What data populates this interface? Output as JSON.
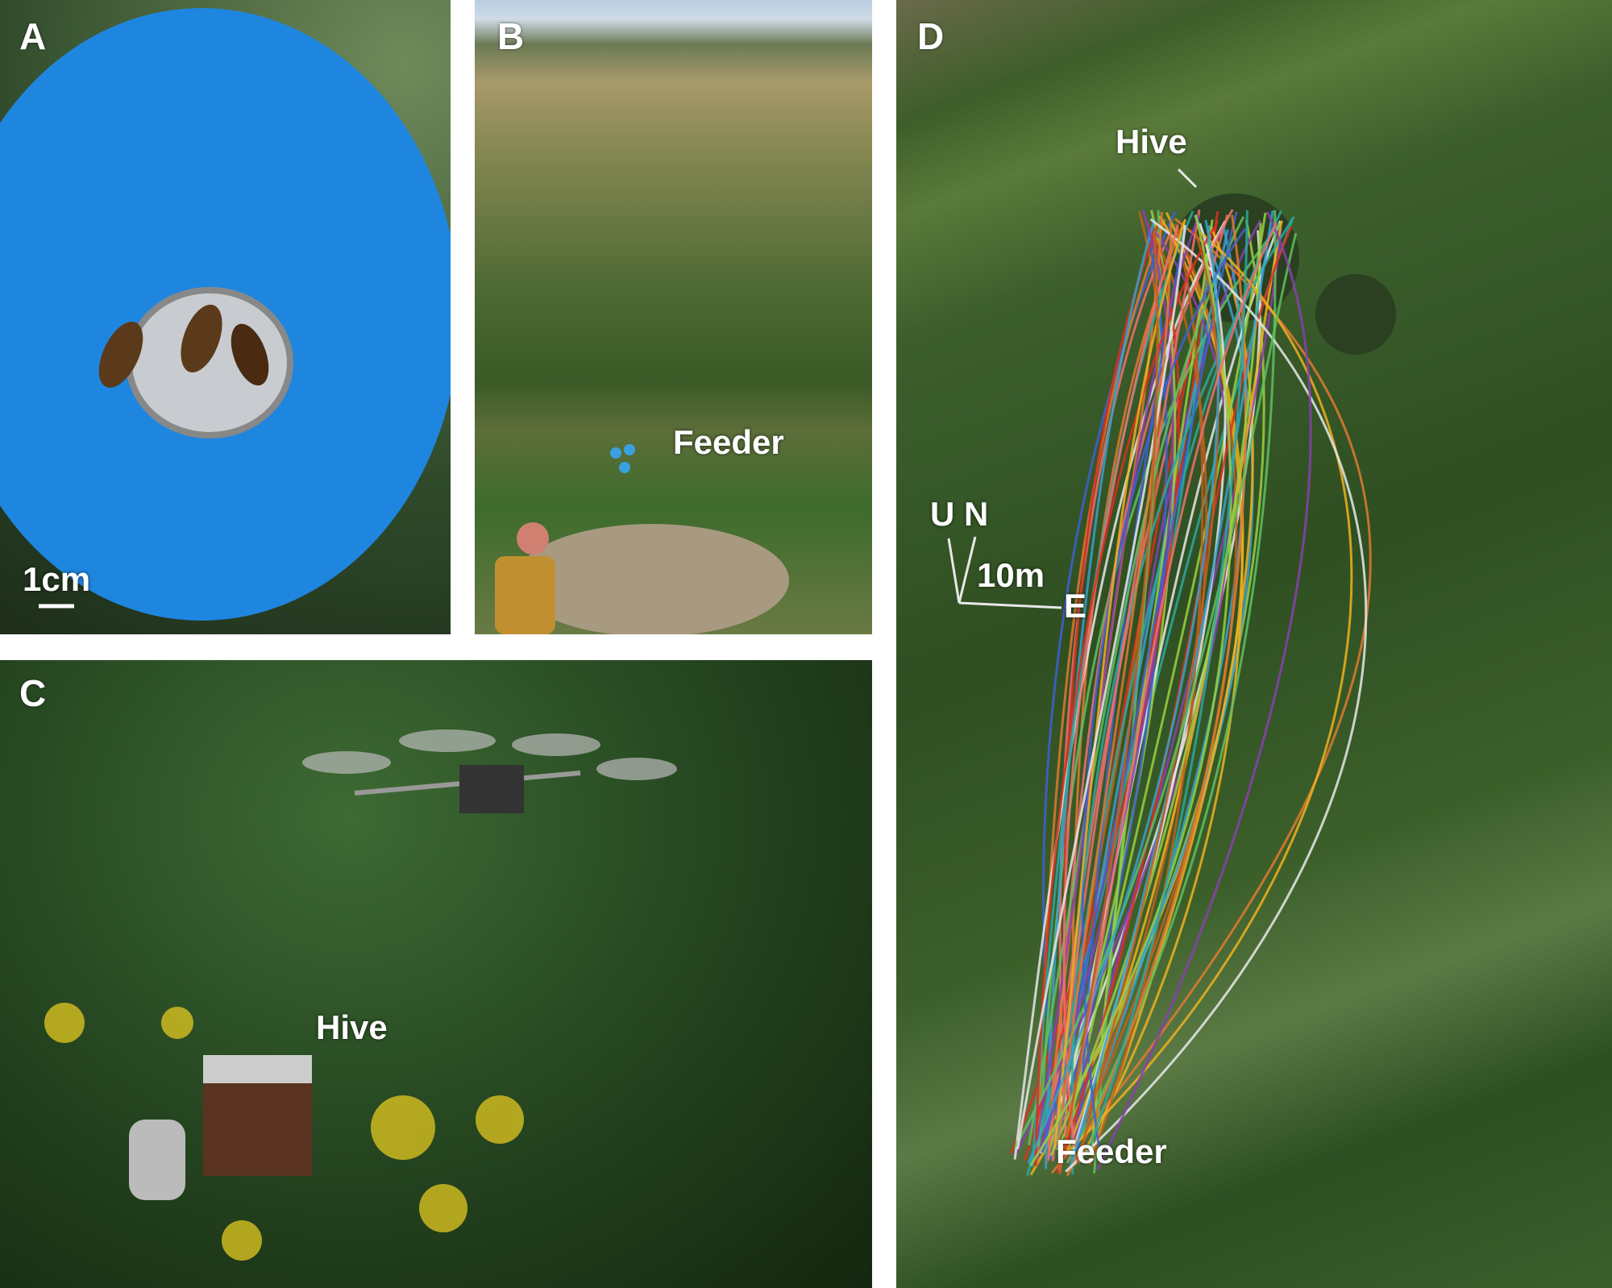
{
  "panels": {
    "a": {
      "label": "A",
      "scale_bar": "1cm",
      "disc_color": "#1f86e0"
    },
    "b": {
      "label": "B",
      "feeder": "Feeder"
    },
    "c": {
      "label": "C",
      "hive": "Hive"
    },
    "d": {
      "label": "D",
      "hive": "Hive",
      "feeder": "Feeder",
      "compass": {
        "up": "U",
        "north": "N",
        "east": "E",
        "scale": "10m"
      },
      "trajectory_colors": [
        "#d93020",
        "#e07a30",
        "#f0b020",
        "#9ad040",
        "#3aa0d0",
        "#8a40b0",
        "#2aa8a0",
        "#e8e8e8",
        "#f07070",
        "#c06020",
        "#60c060",
        "#4060d0"
      ]
    }
  }
}
